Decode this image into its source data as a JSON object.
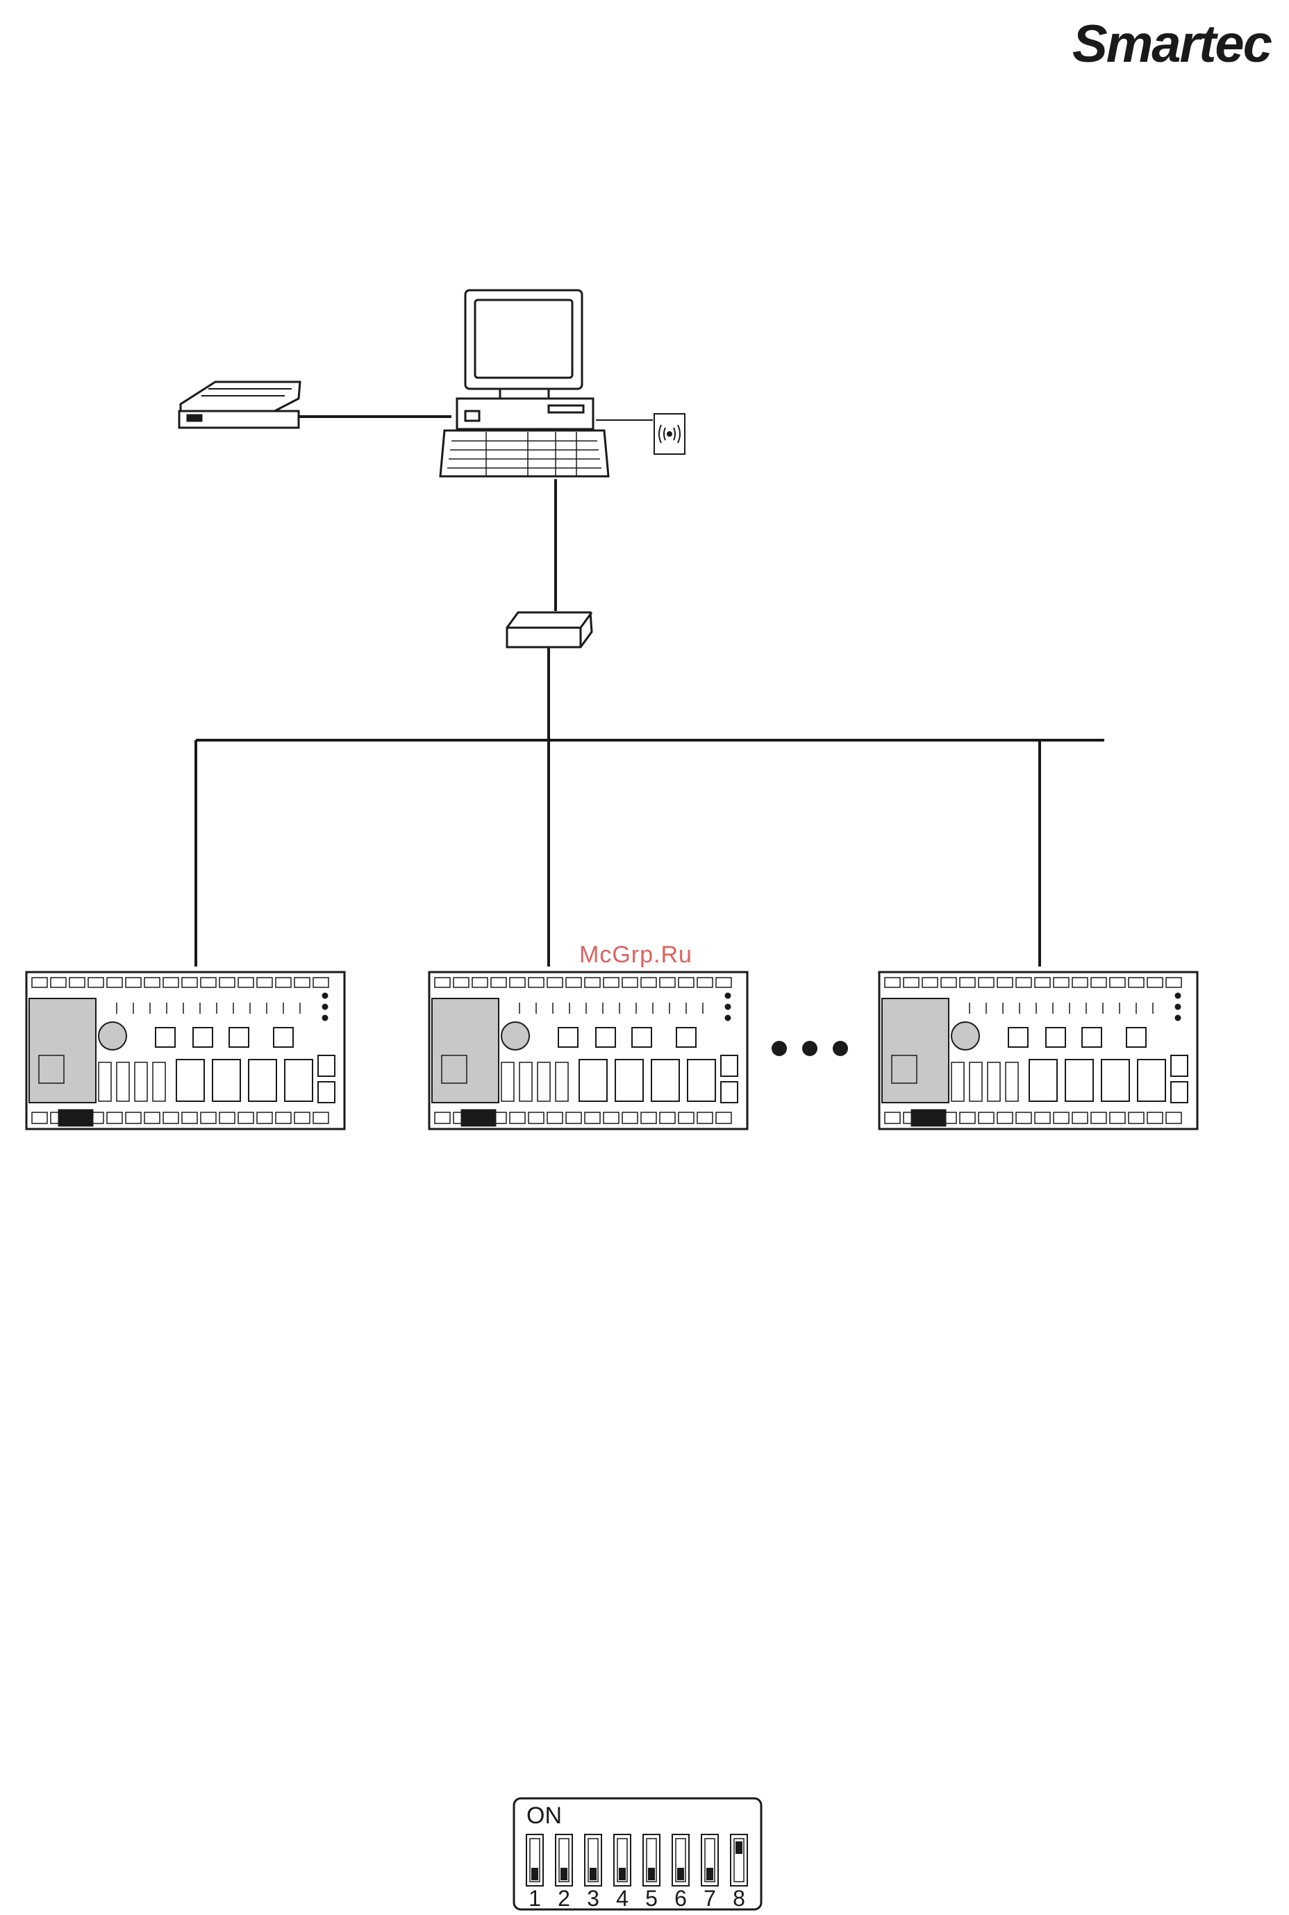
{
  "brand": {
    "logo_text": "Smartec"
  },
  "watermark": {
    "text": "McGrp.Ru"
  },
  "network": {
    "nodes": [
      {
        "id": "printer",
        "icon": "printer-icon"
      },
      {
        "id": "computer",
        "icon": "computer-icon"
      },
      {
        "id": "card-reader",
        "icon": "card-reader-icon"
      },
      {
        "id": "converter",
        "icon": "converter-box-icon"
      },
      {
        "id": "controller-1",
        "icon": "controller-board-icon"
      },
      {
        "id": "controller-2",
        "icon": "controller-board-icon"
      },
      {
        "id": "controller-n",
        "icon": "controller-board-icon"
      }
    ],
    "continuation": "ellipsis-dots"
  },
  "dip_switch": {
    "on_label": "ON",
    "switches": [
      "1",
      "2",
      "3",
      "4",
      "5",
      "6",
      "7",
      "8"
    ]
  },
  "colors": {
    "line": "#1a1a1a",
    "watermark": "#e06060"
  }
}
